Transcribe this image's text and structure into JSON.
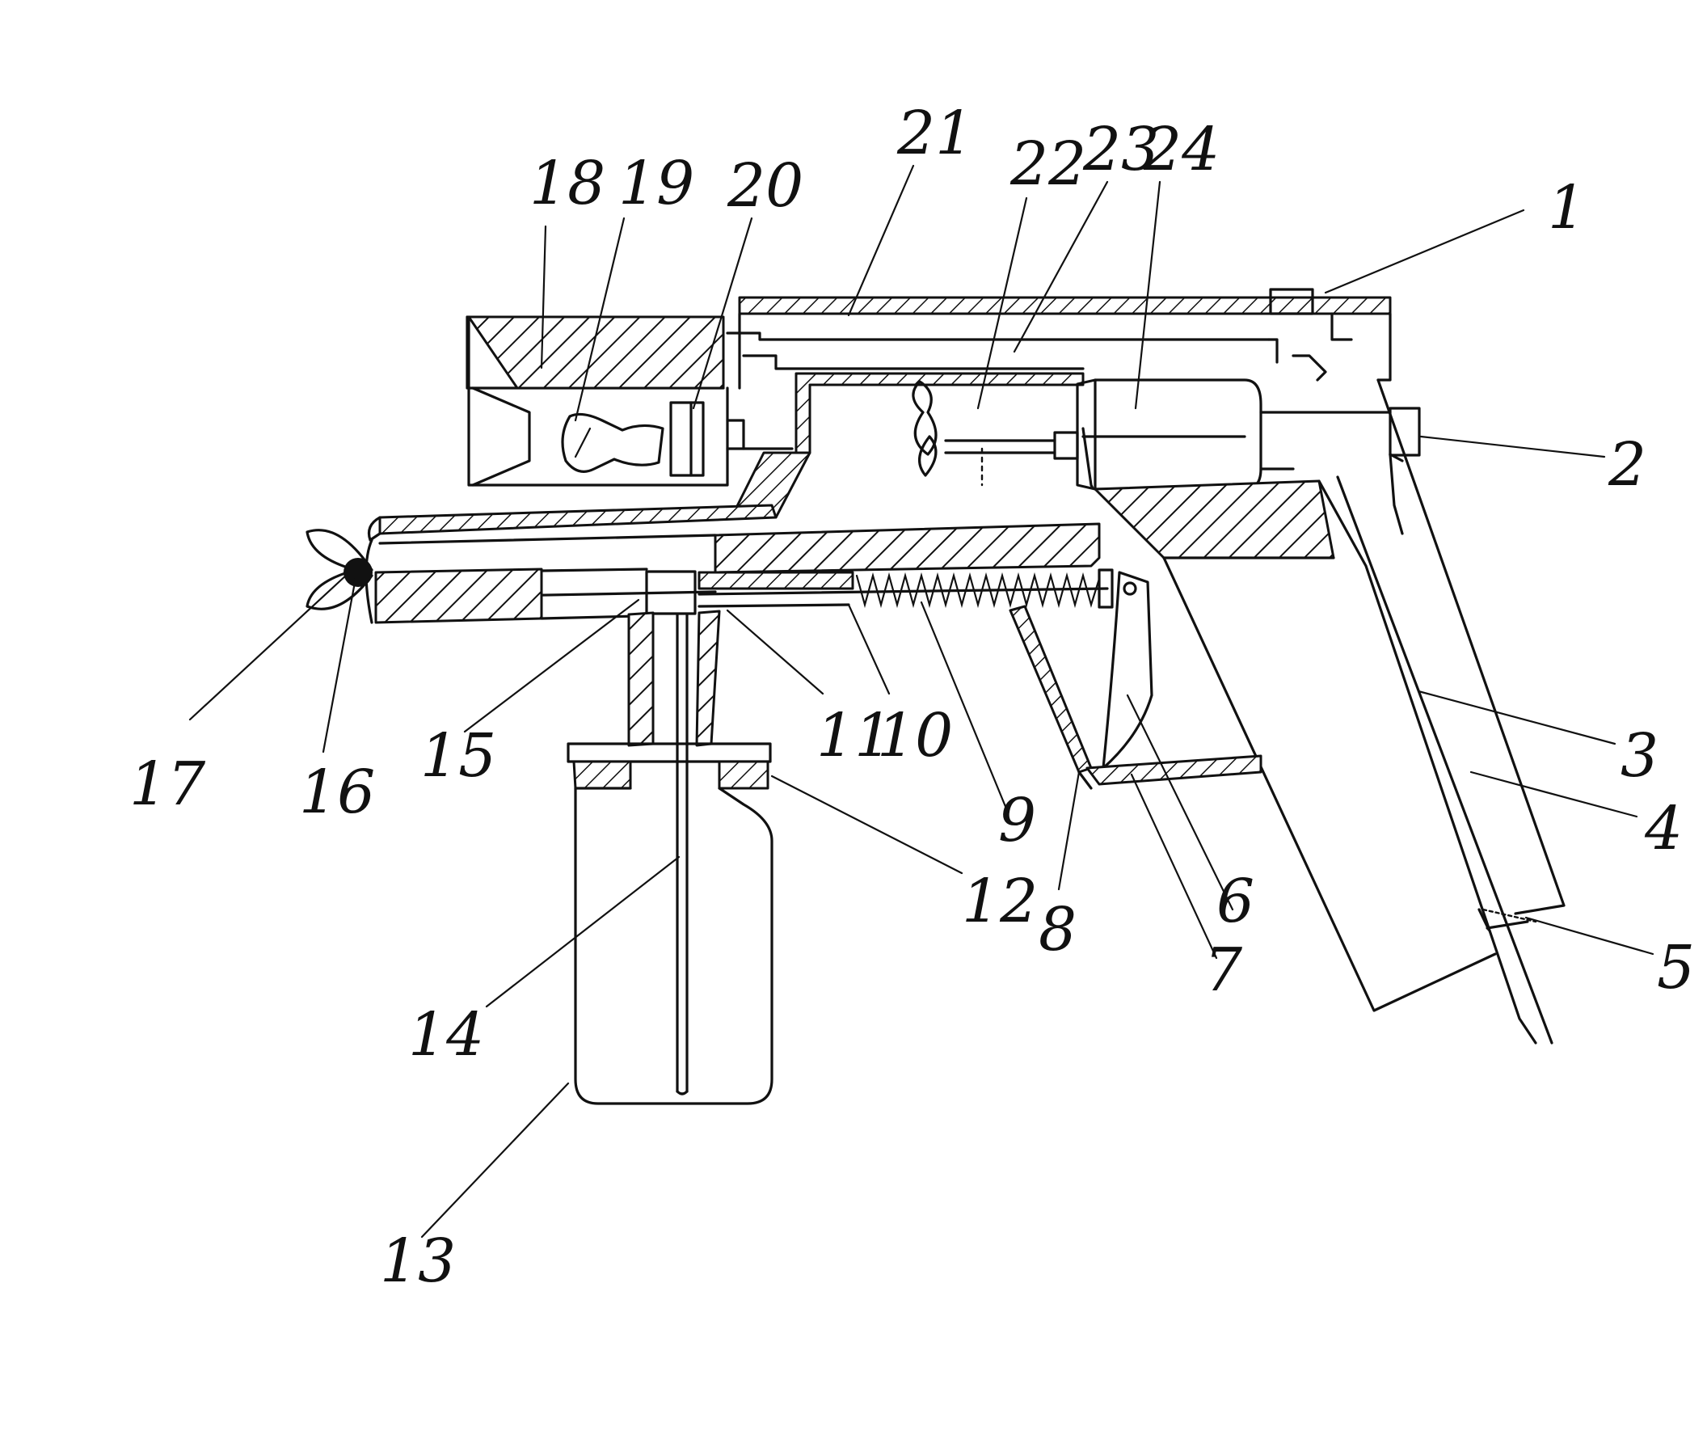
{
  "labels": {
    "l1": "1",
    "l2": "2",
    "l3": "3",
    "l4": "4",
    "l5": "5",
    "l6": "6",
    "l7": "7",
    "l8": "8",
    "l9": "9",
    "l10": "10",
    "l11": "11",
    "l12": "12",
    "l13": "13",
    "l14": "14",
    "l15": "15",
    "l16": "16",
    "l17": "17",
    "l18": "18",
    "l19": "19",
    "l20": "20",
    "l21": "21",
    "l22": "22",
    "l23": "23",
    "l24": "24"
  }
}
